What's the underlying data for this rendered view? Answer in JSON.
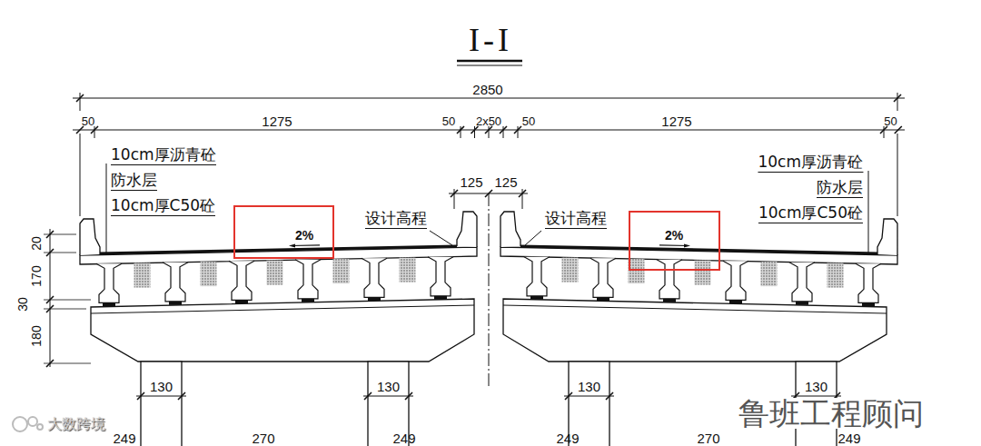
{
  "diagram": {
    "title": "I-I",
    "nodes": [
      {
        "text": [
          "2%"
        ]
      },
      {
        "text": [
          "2%"
        ]
      }
    ],
    "labels": [
      "2850",
      "50",
      "1275",
      "50",
      "2x50",
      "50",
      "1275",
      "50",
      "10cm厚沥青砼",
      "防水层",
      "10cm厚C50砼",
      "125",
      "125",
      "设计高程",
      "设计高程",
      "10cm厚沥青砼",
      "防水层",
      "10cm厚C50砼",
      "20",
      "170",
      "30",
      "180",
      "130",
      "130",
      "130",
      "130",
      "249",
      "270",
      "249",
      "249",
      "270",
      "249",
      "大数跨境",
      "鲁班工程顾问"
    ]
  }
}
